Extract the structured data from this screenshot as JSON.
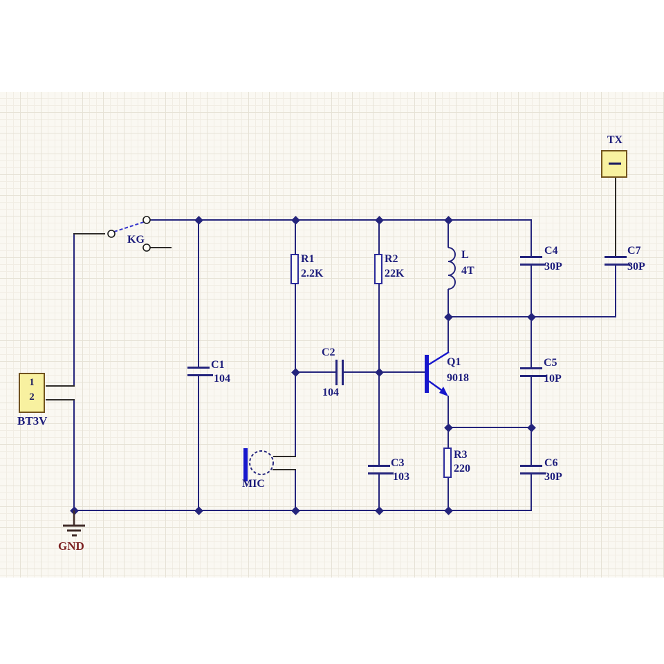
{
  "diagram": {
    "type": "circuit-schematic",
    "colors": {
      "canvas": "#faf8f2",
      "grid": "#e6e2d6",
      "wire": "#24247c",
      "symbol": "#1717cc",
      "label": "#1d1d7c",
      "ground": "#7c2121",
      "connector_fill": "#f8f1a0",
      "connector_border": "#71531d"
    },
    "battery": {
      "label": "BT3V",
      "pin1": "1",
      "pin2": "2"
    },
    "switch": {
      "label": "KG"
    },
    "ground": {
      "label": "GND"
    },
    "antenna": {
      "label": "TX"
    },
    "microphone": {
      "label": "MIC"
    },
    "transistor": {
      "ref": "Q1",
      "value": "9018"
    },
    "inductor": {
      "ref": "L",
      "value": "4T"
    },
    "resistors": [
      {
        "ref": "R1",
        "value": "2.2K"
      },
      {
        "ref": "R2",
        "value": "22K"
      },
      {
        "ref": "R3",
        "value": "220"
      }
    ],
    "capacitors": [
      {
        "ref": "C1",
        "value": "104"
      },
      {
        "ref": "C2",
        "value": "104"
      },
      {
        "ref": "C3",
        "value": "103"
      },
      {
        "ref": "C4",
        "value": "30P"
      },
      {
        "ref": "C5",
        "value": "10P"
      },
      {
        "ref": "C6",
        "value": "30P"
      },
      {
        "ref": "C7",
        "value": "30P"
      }
    ]
  }
}
